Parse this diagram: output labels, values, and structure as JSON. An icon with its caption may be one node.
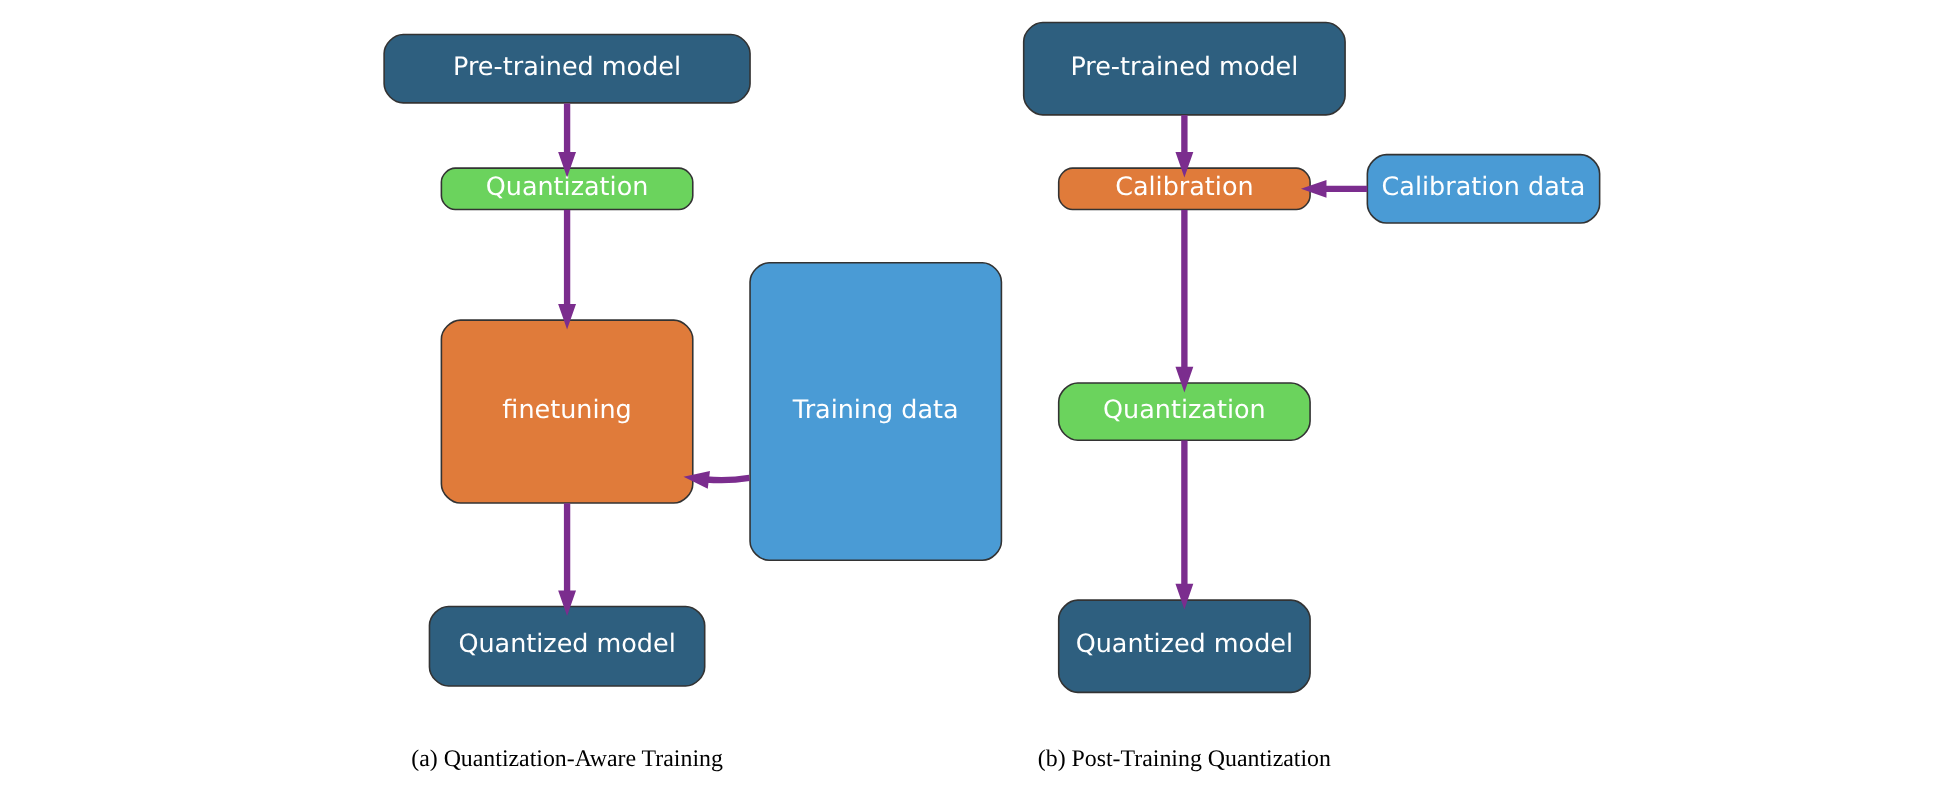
{
  "diagram": {
    "nodes": [
      {
        "text": [
          "Pre-trained model"
        ]
      },
      {
        "text": [
          "Quantization"
        ]
      },
      {
        "text": [
          "finetuning"
        ]
      },
      {
        "text": [
          "Quantized model"
        ]
      },
      {
        "text": [
          "Training data"
        ]
      },
      {
        "text": [
          "Pre-trained model"
        ]
      },
      {
        "text": [
          "Calibration"
        ]
      },
      {
        "text": [
          "Calibration data"
        ]
      },
      {
        "text": [
          "Quantization"
        ]
      },
      {
        "text": [
          "Quantized model"
        ]
      }
    ],
    "edges": [
      {
        "from": 0,
        "to": 1,
        "arrow": "to"
      },
      {
        "from": 1,
        "to": 2,
        "arrow": "to"
      },
      {
        "from": 2,
        "to": 3,
        "arrow": "to"
      },
      {
        "from": 4,
        "to": 2,
        "arrow": "to"
      },
      {
        "from": 5,
        "to": 6,
        "arrow": "to"
      },
      {
        "from": 7,
        "to": 6,
        "arrow": "to"
      },
      {
        "from": 6,
        "to": 8,
        "arrow": "to"
      },
      {
        "from": 8,
        "to": 9,
        "arrow": "to"
      }
    ],
    "labels": [
      "(a) Quantization-Aware Training",
      "(b) Post-Training Quantization"
    ]
  }
}
